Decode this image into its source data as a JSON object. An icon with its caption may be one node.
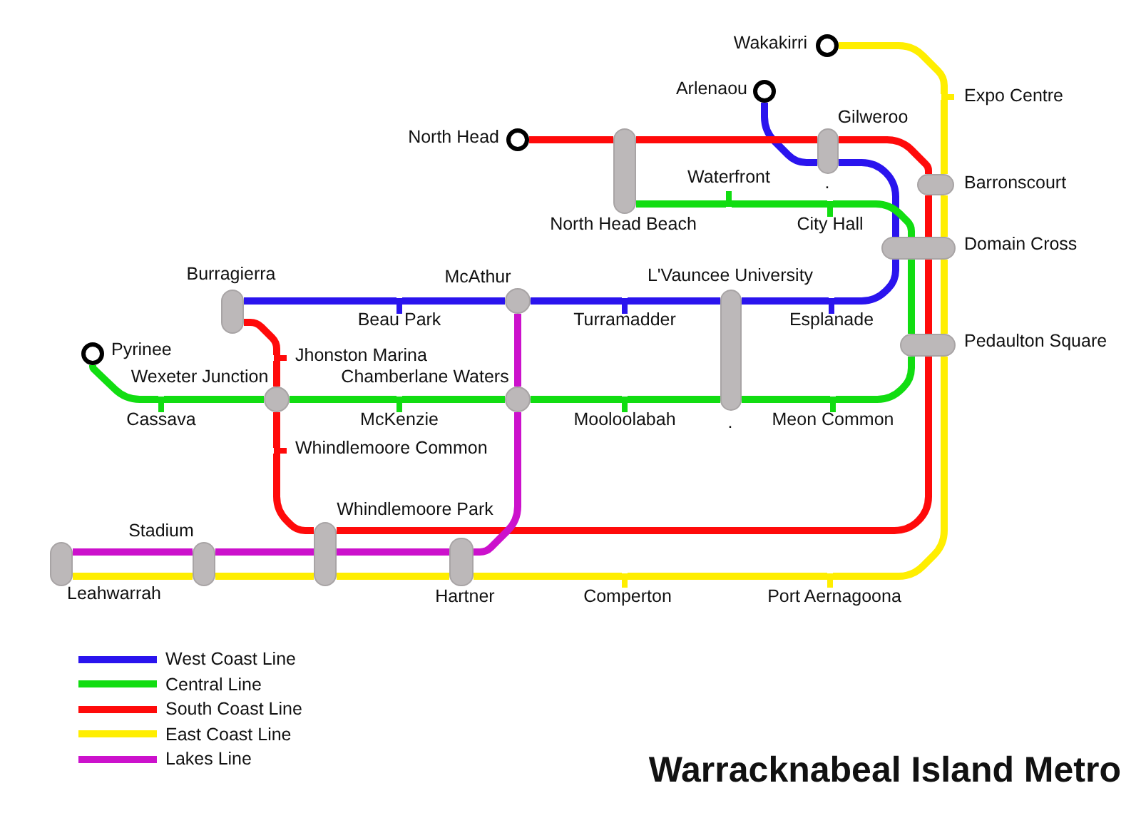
{
  "diagram": {
    "title": "Warracknabeal Island Metro",
    "nodes": [
      {
        "text": [],
        "shape": "circle",
        "beside": [
          "Wakakirri"
        ]
      },
      {
        "text": [],
        "shape": "circle",
        "beside": [
          "Arlenaou"
        ]
      },
      {
        "text": [],
        "shape": "bar",
        "beside": [
          "Expo Centre"
        ]
      },
      {
        "text": [],
        "shape": "circle",
        "beside": [
          "North Head"
        ]
      },
      {
        "text": [],
        "shape": "box",
        "beside": [
          "Gilweroo"
        ]
      },
      {
        "text": [],
        "shape": "box",
        "beside": [
          "North Head Beach"
        ]
      },
      {
        "text": [],
        "shape": "box",
        "beside": [
          "Barronscourt"
        ]
      },
      {
        "text": [],
        "shape": "bar",
        "beside": [
          "Waterfront"
        ]
      },
      {
        "text": [],
        "shape": "bar",
        "beside": [
          "City Hall"
        ]
      },
      {
        "text": [],
        "shape": "box",
        "beside": [
          "Domain Cross"
        ]
      },
      {
        "text": [],
        "shape": "box",
        "beside": [
          "Burragierra"
        ]
      },
      {
        "text": [],
        "shape": "circle",
        "beside": [
          "McAthur"
        ]
      },
      {
        "text": [],
        "shape": "box",
        "beside": [
          "L'Vauncee University"
        ]
      },
      {
        "text": [],
        "shape": "bar",
        "beside": [
          "Beau Park"
        ]
      },
      {
        "text": [],
        "shape": "bar",
        "beside": [
          "Turramadder"
        ]
      },
      {
        "text": [],
        "shape": "bar",
        "beside": [
          "Esplanade"
        ]
      },
      {
        "text": [],
        "shape": "box",
        "beside": [
          "Pedaulton Square"
        ]
      },
      {
        "text": [],
        "shape": "circle",
        "beside": [
          "Pyrinee"
        ]
      },
      {
        "text": [],
        "shape": "bar",
        "beside": [
          "Jhonston Marina"
        ]
      },
      {
        "text": [],
        "shape": "circle",
        "beside": [
          "Wexeter Junction"
        ]
      },
      {
        "text": [],
        "shape": "circle",
        "beside": [
          "Chamberlane Waters"
        ]
      },
      {
        "text": [],
        "shape": "bar",
        "beside": [
          "Cassava"
        ]
      },
      {
        "text": [],
        "shape": "bar",
        "beside": [
          "McKenzie"
        ]
      },
      {
        "text": [],
        "shape": "bar",
        "beside": [
          "Mooloolabah"
        ]
      },
      {
        "text": [],
        "shape": "bar",
        "beside": [
          "Meon Common"
        ]
      },
      {
        "text": [],
        "shape": "bar",
        "beside": [
          "Whindlemoore Common"
        ]
      },
      {
        "text": [],
        "shape": "box",
        "beside": [
          "Whindlemoore Park"
        ]
      },
      {
        "text": [],
        "shape": "box",
        "beside": [
          "Stadium"
        ]
      },
      {
        "text": [],
        "shape": "box",
        "beside": [
          "Leahwarrah"
        ]
      },
      {
        "text": [],
        "shape": "box",
        "beside": [
          "Hartner"
        ]
      },
      {
        "text": [],
        "shape": "bar",
        "beside": [
          "Comperton"
        ]
      },
      {
        "text": [],
        "shape": "bar",
        "beside": [
          "Port Aernagoona"
        ]
      }
    ],
    "edges": [
      {
        "from": 1,
        "to": 4,
        "arrow": "none",
        "color": "#2a14ee"
      },
      {
        "from": 4,
        "to": 9,
        "arrow": "none",
        "color": "#2a14ee"
      },
      {
        "from": 9,
        "to": 15,
        "arrow": "none",
        "color": "#2a14ee"
      },
      {
        "from": 15,
        "to": 12,
        "arrow": "none",
        "color": "#2a14ee"
      },
      {
        "from": 12,
        "to": 14,
        "arrow": "none",
        "color": "#2a14ee"
      },
      {
        "from": 14,
        "to": 11,
        "arrow": "none",
        "color": "#2a14ee"
      },
      {
        "from": 11,
        "to": 13,
        "arrow": "none",
        "color": "#2a14ee"
      },
      {
        "from": 13,
        "to": 10,
        "arrow": "none",
        "color": "#2a14ee"
      },
      {
        "from": 5,
        "to": 7,
        "arrow": "none",
        "color": "#11dd11"
      },
      {
        "from": 7,
        "to": 8,
        "arrow": "none",
        "color": "#11dd11"
      },
      {
        "from": 8,
        "to": 9,
        "arrow": "none",
        "color": "#11dd11"
      },
      {
        "from": 9,
        "to": 16,
        "arrow": "none",
        "color": "#11dd11"
      },
      {
        "from": 16,
        "to": 24,
        "arrow": "none",
        "color": "#11dd11"
      },
      {
        "from": 24,
        "to": 12,
        "arrow": "none",
        "color": "#11dd11"
      },
      {
        "from": 12,
        "to": 23,
        "arrow": "none",
        "color": "#11dd11"
      },
      {
        "from": 23,
        "to": 20,
        "arrow": "none",
        "color": "#11dd11"
      },
      {
        "from": 20,
        "to": 22,
        "arrow": "none",
        "color": "#11dd11"
      },
      {
        "from": 22,
        "to": 19,
        "arrow": "none",
        "color": "#11dd11"
      },
      {
        "from": 19,
        "to": 21,
        "arrow": "none",
        "color": "#11dd11"
      },
      {
        "from": 21,
        "to": 17,
        "arrow": "none",
        "color": "#11dd11"
      },
      {
        "from": 3,
        "to": 5,
        "arrow": "none",
        "color": "#ff0a0a"
      },
      {
        "from": 5,
        "to": 4,
        "arrow": "none",
        "color": "#ff0a0a"
      },
      {
        "from": 4,
        "to": 6,
        "arrow": "none",
        "color": "#ff0a0a"
      },
      {
        "from": 6,
        "to": 9,
        "arrow": "none",
        "color": "#ff0a0a"
      },
      {
        "from": 9,
        "to": 16,
        "arrow": "none",
        "color": "#ff0a0a"
      },
      {
        "from": 16,
        "to": 26,
        "arrow": "none",
        "color": "#ff0a0a"
      },
      {
        "from": 26,
        "to": 25,
        "arrow": "none",
        "color": "#ff0a0a"
      },
      {
        "from": 25,
        "to": 19,
        "arrow": "none",
        "color": "#ff0a0a"
      },
      {
        "from": 19,
        "to": 18,
        "arrow": "none",
        "color": "#ff0a0a"
      },
      {
        "from": 18,
        "to": 10,
        "arrow": "none",
        "color": "#ff0a0a"
      },
      {
        "from": 0,
        "to": 2,
        "arrow": "none",
        "color": "#ffee00"
      },
      {
        "from": 2,
        "to": 6,
        "arrow": "none",
        "color": "#ffee00"
      },
      {
        "from": 6,
        "to": 9,
        "arrow": "none",
        "color": "#ffee00"
      },
      {
        "from": 9,
        "to": 16,
        "arrow": "none",
        "color": "#ffee00"
      },
      {
        "from": 16,
        "to": 31,
        "arrow": "none",
        "color": "#ffee00"
      },
      {
        "from": 31,
        "to": 30,
        "arrow": "none",
        "color": "#ffee00"
      },
      {
        "from": 30,
        "to": 29,
        "arrow": "none",
        "color": "#ffee00"
      },
      {
        "from": 29,
        "to": 26,
        "arrow": "none",
        "color": "#ffee00"
      },
      {
        "from": 26,
        "to": 27,
        "arrow": "none",
        "color": "#ffee00"
      },
      {
        "from": 27,
        "to": 28,
        "arrow": "none",
        "color": "#ffee00"
      },
      {
        "from": 11,
        "to": 20,
        "arrow": "none",
        "color": "#cc11cc"
      },
      {
        "from": 20,
        "to": 29,
        "arrow": "none",
        "color": "#cc11cc"
      },
      {
        "from": 29,
        "to": 26,
        "arrow": "none",
        "color": "#cc11cc"
      },
      {
        "from": 26,
        "to": 27,
        "arrow": "none",
        "color": "#cc11cc"
      },
      {
        "from": 27,
        "to": 28,
        "arrow": "none",
        "color": "#cc11cc"
      }
    ],
    "labels": [
      ".",
      "."
    ],
    "legend": [
      {
        "text": "West Coast Line",
        "color": "#2a14ee"
      },
      {
        "text": "Central Line",
        "color": "#11dd11"
      },
      {
        "text": "South Coast Line",
        "color": "#ff0a0a"
      },
      {
        "text": "East Coast Line",
        "color": "#ffee00"
      },
      {
        "text": "Lakes Line",
        "color": "#cc11cc"
      }
    ]
  }
}
